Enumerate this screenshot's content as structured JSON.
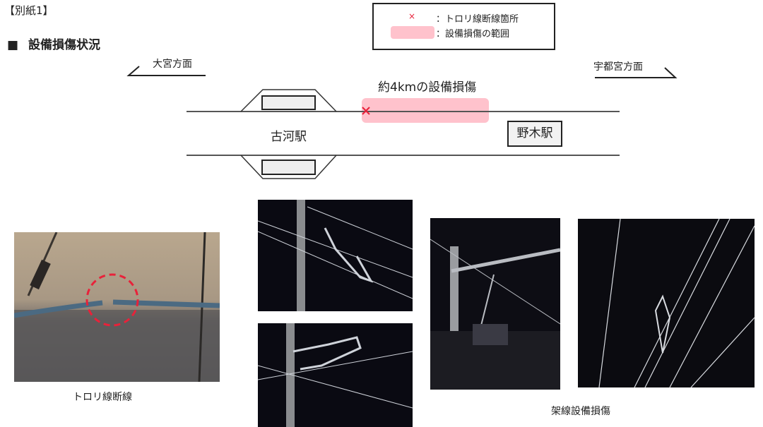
{
  "header": {
    "attachment_label": "【別紙1】",
    "section_marker": "■",
    "section_title": "設備損傷状況"
  },
  "legend": {
    "break_symbol": "×",
    "break_label": "：トロリ線断線箇所",
    "range_label": "：設備損傷の範囲"
  },
  "diagram": {
    "direction_left": "大宮方面",
    "direction_right": "宇都宮方面",
    "damage_label": "約4kmの設備損傷",
    "station_left": "古河駅",
    "station_right": "野木駅",
    "colors": {
      "damage_range": "#ffc2cc",
      "break_mark": "#e8223a"
    }
  },
  "captions": {
    "trolley_break": "トロリ線断線",
    "overhead_damage": "架線設備損傷"
  }
}
